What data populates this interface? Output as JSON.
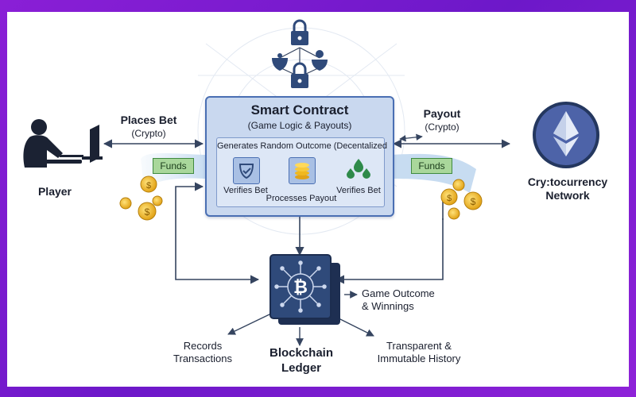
{
  "smart_contract": {
    "title": "Smart Contract",
    "subtitle": "(Game Logic & Payouts)",
    "inner_title": "Generates Random Outcome (Decentalized",
    "step_left": "Verifies Bet",
    "step_middle": "Processes Payout",
    "step_right": "Verifies Bet"
  },
  "player": {
    "label": "Player",
    "action": "Places Bet",
    "action_sub": "(Crypto)"
  },
  "network": {
    "label_line1": "Cry:tocurrency",
    "label_line2": "Network",
    "action": "Payout",
    "action_sub": "(Crypto)"
  },
  "funds_left": "Funds",
  "funds_right": "Funds",
  "ledger": {
    "label_line1": "Blockchain",
    "label_line2": "Ledger"
  },
  "records": {
    "line1": "Records",
    "line2": "Transactions"
  },
  "outcome": {
    "line1": "Game Outcome",
    "line2": "& Winnings"
  },
  "transparent": {
    "line1": "Transparent &",
    "line2": "Immutable History"
  },
  "colors": {
    "frame": "#7a1dd2",
    "contract_fill": "#c9d8ef",
    "contract_border": "#4a6fb3",
    "ledger_fill": "#2f4a7a",
    "eth_fill": "#4d63a8",
    "funds_fill": "#a9d79b",
    "coin": "#f0b81f"
  }
}
